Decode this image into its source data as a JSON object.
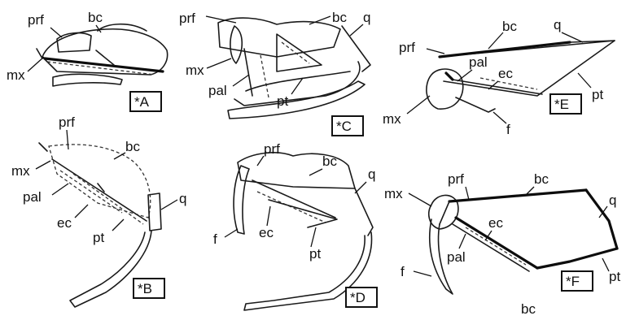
{
  "panels": {
    "A": {
      "badge": "*A",
      "labels": {
        "prf": "prf",
        "bc": "bc",
        "mx": "mx"
      }
    },
    "B": {
      "badge": "*B",
      "labels": {
        "prf": "prf",
        "bc": "bc",
        "mx": "mx",
        "pal": "pal",
        "ec": "ec",
        "pt": "pt",
        "q": "q"
      }
    },
    "C": {
      "badge": "*C",
      "labels": {
        "prf": "prf",
        "bc": "bc",
        "q": "q",
        "mx": "mx",
        "pal": "pal",
        "pt": "pt"
      }
    },
    "D": {
      "badge": "*D",
      "labels": {
        "prf": "prf",
        "bc": "bc",
        "q": "q",
        "f": "f",
        "ec": "ec",
        "pt": "pt"
      }
    },
    "E": {
      "badge": "*E",
      "labels": {
        "prf": "prf",
        "bc": "bc",
        "q": "q",
        "pal": "pal",
        "ec": "ec",
        "pt": "pt",
        "mx": "mx",
        "f": "f"
      }
    },
    "F": {
      "badge": "*F",
      "labels": {
        "mx": "mx",
        "prf": "prf",
        "bc": "bc",
        "q": "q",
        "ec": "ec",
        "f": "f",
        "pal": "pal",
        "pt": "pt",
        "bc_below": "bc"
      }
    }
  }
}
